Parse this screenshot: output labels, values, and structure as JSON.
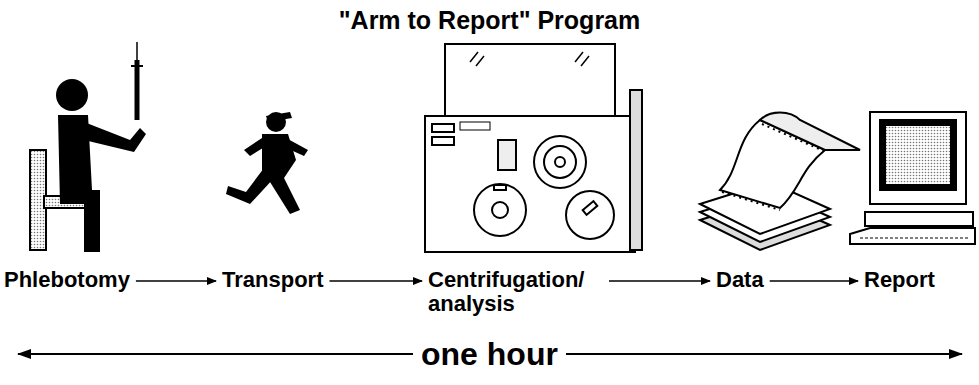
{
  "diagram": {
    "title": "\"Arm to Report\" Program",
    "nodes": [
      {
        "text": [
          "Phlebotomy"
        ]
      },
      {
        "text": [
          "Transport"
        ]
      },
      {
        "text": [
          "Centrifugation/ analysis"
        ]
      },
      {
        "text": [
          "Data"
        ]
      },
      {
        "text": [
          "Report"
        ]
      }
    ],
    "edges": [
      {
        "from": 0,
        "to": 1,
        "arrow": "to"
      },
      {
        "from": 1,
        "to": 2,
        "arrow": "to"
      },
      {
        "from": 2,
        "to": 3,
        "arrow": "to"
      },
      {
        "from": 3,
        "to": 4,
        "arrow": "to"
      }
    ],
    "labels": [
      "one hour"
    ]
  }
}
